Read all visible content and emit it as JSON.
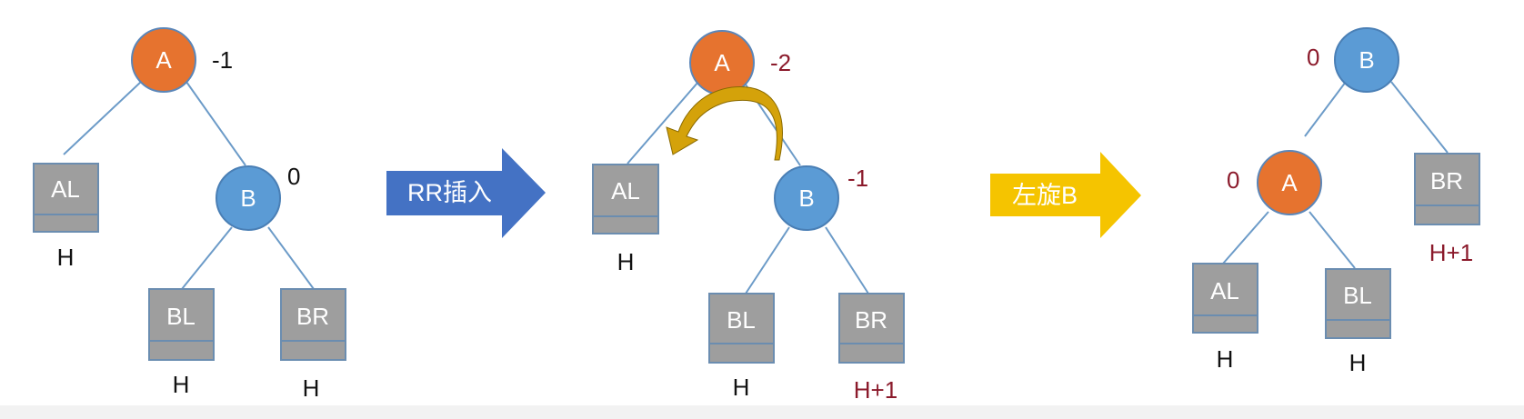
{
  "colors": {
    "orange_node": "#E6732F",
    "blue_node": "#5B9BD5",
    "box_fill": "#9E9E9E",
    "edge": "#6C9BC8",
    "black_text": "#111111",
    "red_text": "#8B1A2B",
    "arrow_blue": "#4472C4",
    "arrow_yellow": "#F5C400",
    "rotate_arrow": "#D4A20A"
  },
  "icons": {
    "rotate": "curved-rotation-arrow",
    "step": "right-arrow"
  },
  "panel1": {
    "a": {
      "label": "A",
      "balance": "-1"
    },
    "b": {
      "label": "B",
      "balance": "0"
    },
    "al": {
      "label": "AL",
      "height": "H"
    },
    "bl": {
      "label": "BL",
      "height": "H"
    },
    "br": {
      "label": "BR",
      "height": "H"
    }
  },
  "arrow1": {
    "label": "RR插入"
  },
  "panel2": {
    "a": {
      "label": "A",
      "balance": "-2"
    },
    "b": {
      "label": "B",
      "balance": "-1"
    },
    "al": {
      "label": "AL",
      "height": "H"
    },
    "bl": {
      "label": "BL",
      "height": "H"
    },
    "br": {
      "label": "BR",
      "height": "H+1"
    }
  },
  "arrow2": {
    "label": "左旋B"
  },
  "panel3": {
    "b": {
      "label": "B",
      "balance": "0"
    },
    "a": {
      "label": "A",
      "balance": "0"
    },
    "br": {
      "label": "BR",
      "height": "H+1"
    },
    "al": {
      "label": "AL",
      "height": "H"
    },
    "bl": {
      "label": "BL",
      "height": "H"
    }
  }
}
